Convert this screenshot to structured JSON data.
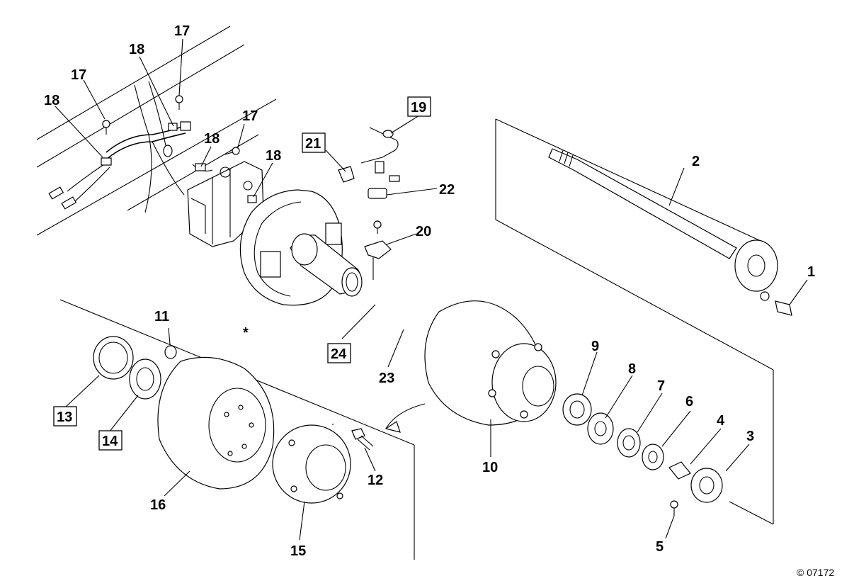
{
  "callouts": {
    "c1": "1",
    "c2": "2",
    "c3": "3",
    "c4": "4",
    "c5": "5",
    "c6": "6",
    "c7": "7",
    "c8": "8",
    "c9": "9",
    "c10": "10",
    "c11": "11",
    "c12": "12",
    "c13": "13",
    "c14": "14",
    "c15": "15",
    "c16": "16",
    "c17a": "17",
    "c17b": "17",
    "c17c": "17",
    "c18a": "18",
    "c18b": "18",
    "c18c": "18",
    "c18d": "18",
    "c19": "19",
    "c20": "20",
    "c21": "21",
    "c22": "22",
    "c23": "23",
    "c24": "24",
    "asterisk": "*"
  },
  "footer_code": "© 07172"
}
